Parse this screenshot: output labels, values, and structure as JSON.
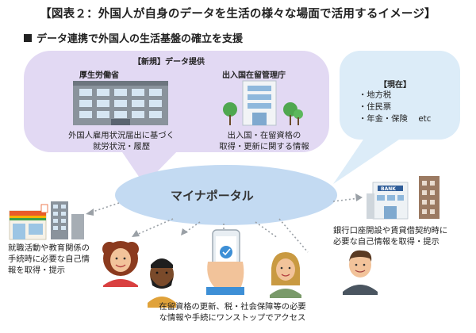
{
  "title": "【図表２：外国人が自身のデータを生活の様々な場面で活用するイメージ】",
  "subtitle": "データ連携で外国人の生活基盤の確立を支援",
  "new_data": {
    "label": "【新規】データ提供",
    "left_agency": "厚生労働省",
    "left_desc": [
      "外国人雇用状況届出に基づく",
      "就労状況・履歴"
    ],
    "right_agency": "出入国在留管理庁",
    "right_desc": [
      "出入国・在留資格の",
      "取得・更新に関する情報"
    ]
  },
  "current_data": {
    "label": "【現在】",
    "items": [
      "・地方税",
      "・住民票",
      "・年金・保険　 etc"
    ]
  },
  "portal": {
    "label": "マイナポータル"
  },
  "bank": {
    "sign": "BANK",
    "desc": [
      "銀行口座開設や賃貸借契約時に",
      "必要な自己情報を取得・提示"
    ]
  },
  "job": {
    "desc": [
      "就職活動や教育関係の",
      "手続時に必要な自己情",
      "報を取得・提示"
    ]
  },
  "bottom": {
    "desc": [
      "在留資格の更新、税・社会保障等の必要",
      "な情報や手続にワンストップでアクセス"
    ]
  },
  "colors": {
    "lavender": "#e2d9f3",
    "lightblue": "#dcecf8",
    "portal": "#c3daf2"
  }
}
